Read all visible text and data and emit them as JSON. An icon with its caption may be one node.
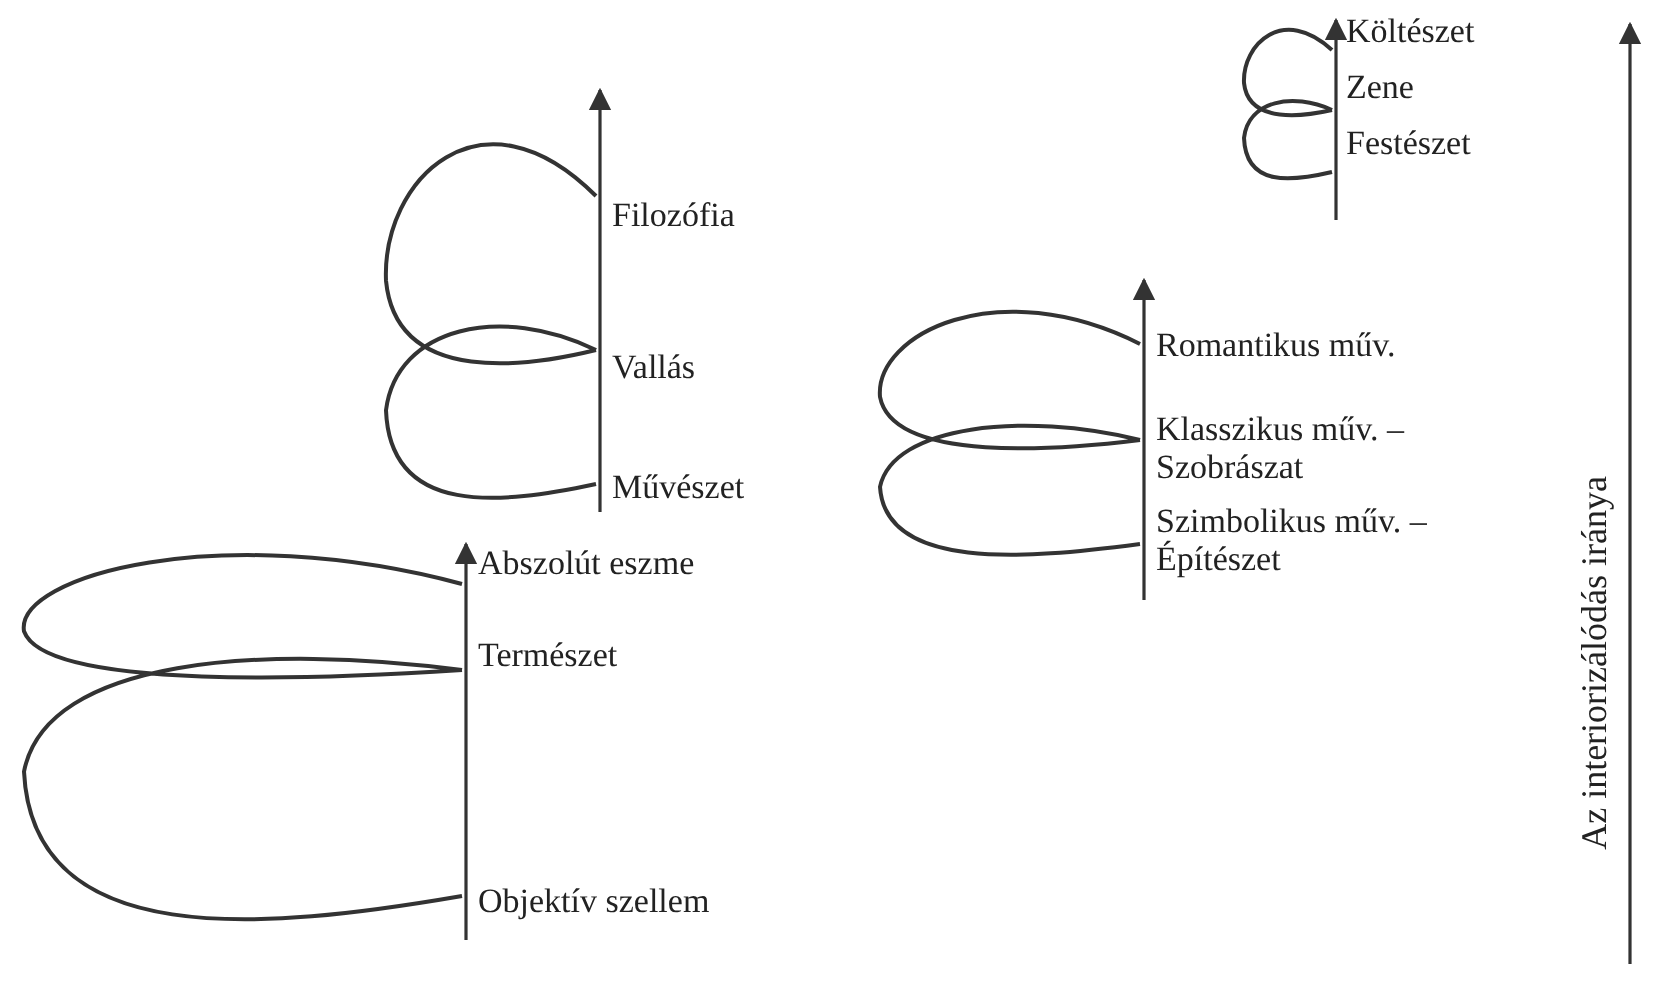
{
  "diagram": {
    "labels": [
      "Költészet",
      "Zene",
      "Festészet",
      "Filozófia",
      "Romantikus műv.",
      "Vallás",
      "Klasszikus műv. – Szobrászat",
      "Művészet",
      "Szimbolikus műv. – Építészet",
      "Abszolút eszme",
      "Természet",
      "Objektív szellem",
      "Az interiorizálódás iránya"
    ]
  }
}
